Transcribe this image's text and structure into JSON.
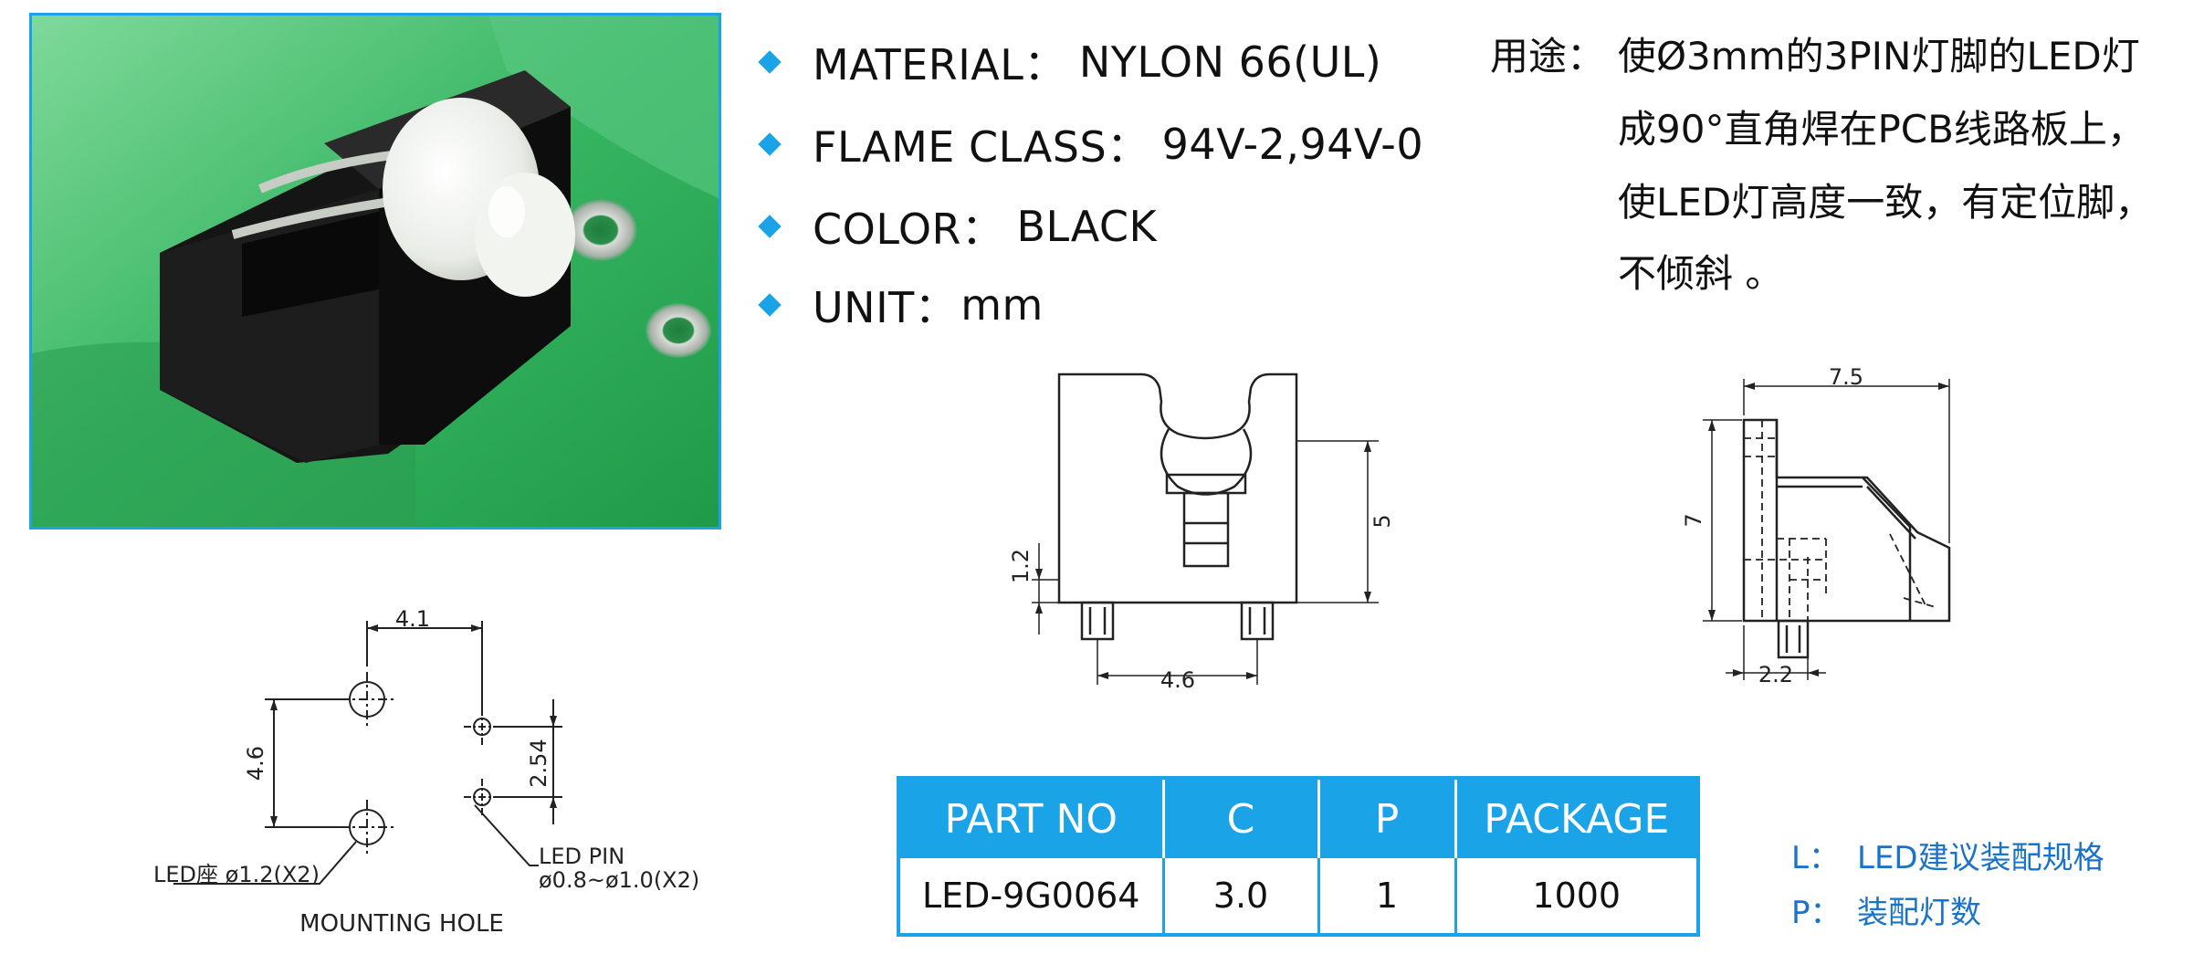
{
  "specs": [
    {
      "label": "MATERIAL：",
      "value": "NYLON 66(UL)"
    },
    {
      "label": "FLAME CLASS：",
      "value": "94V-2,94V-0"
    },
    {
      "label": "COLOR：",
      "value": "BLACK"
    },
    {
      "label": "UNIT：",
      "value": "mm"
    }
  ],
  "usage": {
    "label": "用途：",
    "lines": [
      "使Ø3mm的3PIN灯脚的LED灯",
      "成90°直角焊在PCB线路板上，",
      "使LED灯高度一致，有定位脚，",
      "不倾斜 。"
    ]
  },
  "mounting": {
    "dim_4_1": "4.1",
    "dim_4_6": "4.6",
    "dim_2_54": "2.54",
    "led_seat_label": "LED座 ø1.2(X2)",
    "led_pin_label": "LED  PIN",
    "led_pin_dia": "ø0.8~ø1.0(X2)",
    "title": "MOUNTING  HOLE"
  },
  "front_view": {
    "dim_1_2": "1.2",
    "dim_5": "5",
    "dim_4_6": "4.6"
  },
  "side_view": {
    "dim_7_5": "7.5",
    "dim_7": "7",
    "dim_2_2": "2.2"
  },
  "table": {
    "headers": [
      "PART NO",
      "C",
      "P",
      "PACKAGE"
    ],
    "row": [
      "LED-9G0064",
      "3.0",
      "1",
      "1000"
    ]
  },
  "notes": [
    {
      "key": "L：",
      "text": "LED建议装配规格"
    },
    {
      "key": "P：",
      "text": "装配灯数"
    }
  ],
  "colors": {
    "accent": "#1aa3e6",
    "note_text": "#1a73c8",
    "pcb_green": "#2fae58"
  }
}
